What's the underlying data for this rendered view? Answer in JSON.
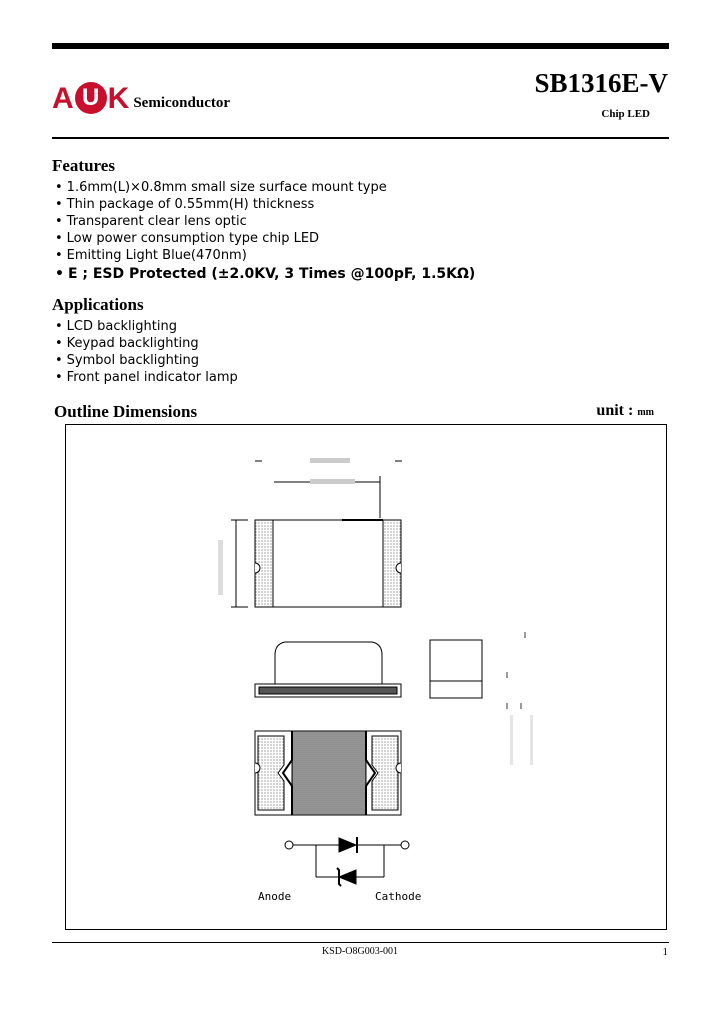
{
  "header": {
    "logo_letters": [
      "A",
      "U",
      "K"
    ],
    "logo_subtitle": "Semiconductor",
    "part_number": "SB1316E-V",
    "part_type": "Chip LED"
  },
  "features": {
    "title": "Features",
    "items": [
      "1.6mm(L)×0.8mm small size surface mount type",
      "Thin package of 0.55mm(H) thickness",
      "Transparent clear lens optic",
      "Low power consumption type chip LED",
      "Emitting Light Blue(470nm)",
      "E ; ESD Protected (±2.0KV, 3 Times @100pF, 1.5KΩ)"
    ]
  },
  "applications": {
    "title": "Applications",
    "items": [
      "LCD backlighting",
      "Keypad backlighting",
      "Symbol backlighting",
      "Front panel indicator lamp"
    ]
  },
  "outline": {
    "title": "Outline Dimensions",
    "unit_label": "unit :",
    "unit_value": "mm",
    "anode_label": "Anode",
    "cathode_label": "Cathode"
  },
  "footer": {
    "doc_code": "KSD-O8G003-001",
    "page": "1"
  }
}
